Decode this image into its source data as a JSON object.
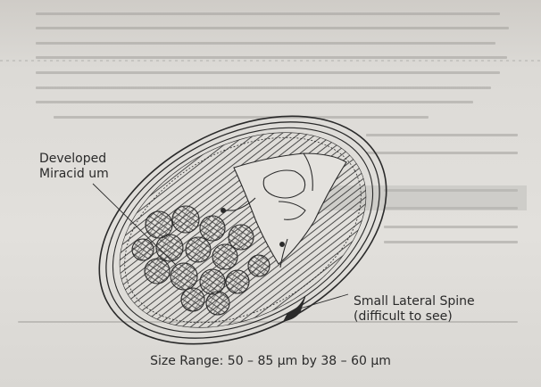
{
  "figure": {
    "labels": {
      "miracidium_line1": "Developed",
      "miracidium_line2": "Miracid um",
      "spine_line1": "Small Lateral Spine",
      "spine_line2": "(difficult to see)"
    },
    "caption": "Size Range: 50 – 85 µm by 38 – 60 µm",
    "colors": {
      "ink": "#2a2a2a",
      "paper": "#e2e0dc",
      "bleed_text": "#9a9894"
    }
  }
}
